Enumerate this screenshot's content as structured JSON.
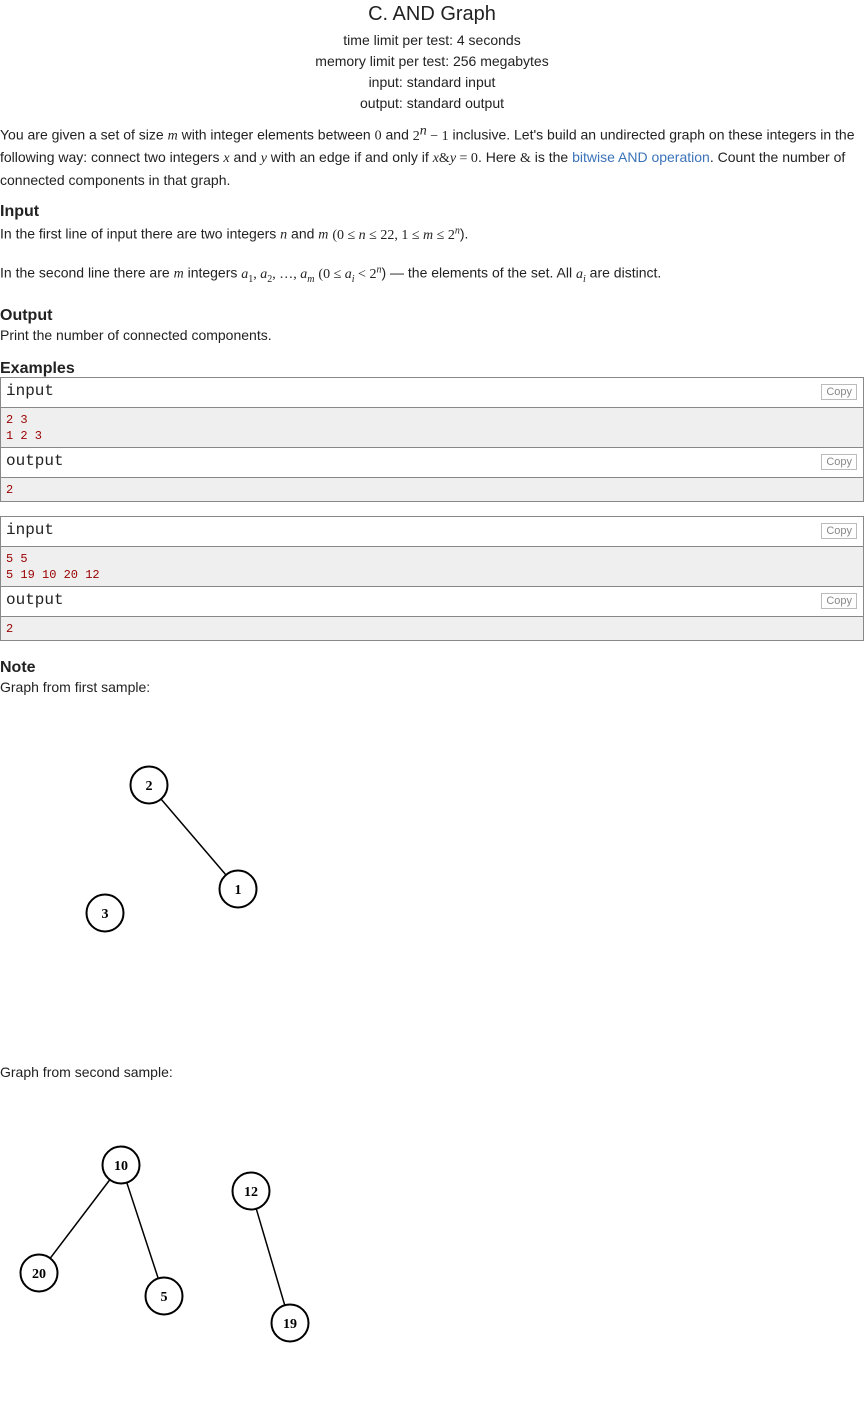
{
  "problem": {
    "title": "C. AND Graph",
    "time_limit": "time limit per test: 4 seconds",
    "memory_limit": "memory limit per test: 256 megabytes",
    "input_file": "input: standard input",
    "output_file": "output: standard output"
  },
  "statement": {
    "s1": "You are given a set of size ",
    "s2": " with integer elements between ",
    "s3": " and ",
    "s4": " inclusive. Let's build an undirected graph on these integers in the following way: connect two integers ",
    "s5": " and ",
    "s6": " with an edge if and only if ",
    "s7": ". Here ",
    "s8": " is the ",
    "link": "bitwise AND operation",
    "s9": ". Count the number of connected components in that graph."
  },
  "input_section": {
    "heading": "Input",
    "l1a": "In the first line of input there are two integers ",
    "l1b": " and ",
    "l1c": ").",
    "l2a": "In the second line there are ",
    "l2b": " integers ",
    "l2c": ") — the elements of the set. All ",
    "l2d": " are distinct."
  },
  "output_section": {
    "heading": "Output",
    "text": "Print the number of connected components."
  },
  "examples": {
    "heading": "Examples",
    "input_label": "input",
    "output_label": "output",
    "copy_label": "Copy",
    "samples": [
      {
        "input": [
          "2 3",
          "1 2 3"
        ],
        "output": [
          "2"
        ]
      },
      {
        "input": [
          "5 5",
          "5 19 10 20 12"
        ],
        "output": [
          "2"
        ]
      }
    ]
  },
  "note": {
    "heading": "Note",
    "caption1": "Graph from first sample:",
    "caption2": "Graph from second sample:",
    "graph1_nodes": [
      "2",
      "1",
      "3"
    ],
    "graph2_nodes": [
      "10",
      "20",
      "5",
      "12",
      "19"
    ]
  }
}
